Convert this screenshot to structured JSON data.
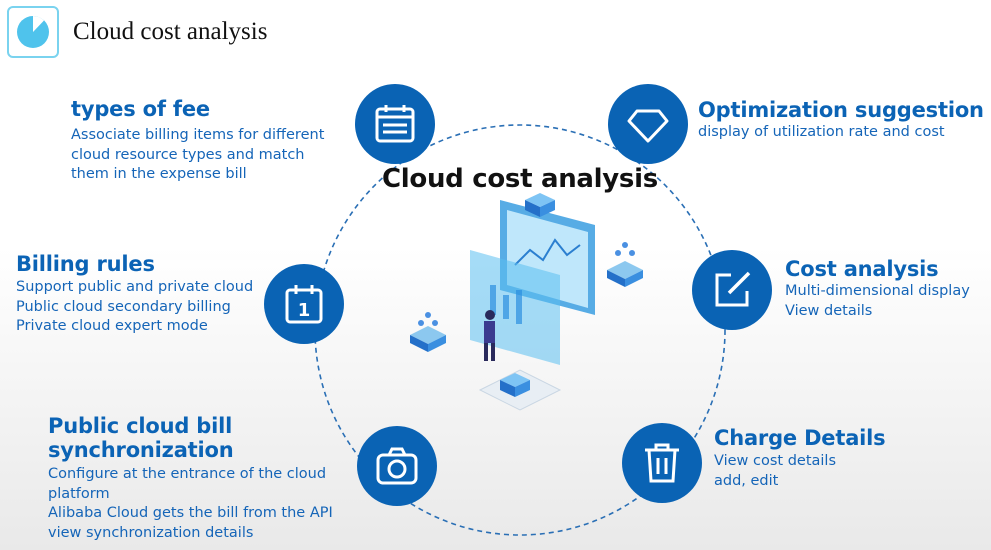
{
  "header": {
    "title": "Cloud cost analysis",
    "icon": "pie-chart-icon"
  },
  "center": {
    "title": "Cloud cost analysis"
  },
  "colors": {
    "accent": "#0a63b4",
    "text_blue": "#1565b8",
    "logo_cyan": "#4fc3ec"
  },
  "features": {
    "types_of_fee": {
      "title": "types of fee",
      "lines": [
        "Associate billing items for different",
        "cloud resource types and match",
        "them in the expense bill"
      ],
      "icon": "calendar-icon"
    },
    "billing_rules": {
      "title": "Billing rules",
      "lines": [
        "Support public and private cloud",
        "Public cloud secondary billing",
        "Private cloud expert mode"
      ],
      "icon": "info-calendar-icon"
    },
    "public_cloud_bill": {
      "title_lines": [
        "Public cloud bill",
        "synchronization"
      ],
      "lines": [
        "Configure at the entrance of the cloud",
        "platform",
        "Alibaba Cloud gets the bill from the API",
        "view synchronization details"
      ],
      "icon": "camera-icon"
    },
    "optimization": {
      "title": "Optimization suggestion",
      "lines": [
        "display of utilization rate and cost"
      ],
      "icon": "diamond-icon"
    },
    "cost_analysis": {
      "title": "Cost analysis",
      "lines": [
        "Multi-dimensional display",
        "View details"
      ],
      "icon": "edit-icon"
    },
    "charge_details": {
      "title": "Charge Details",
      "lines": [
        "View cost details",
        "add, edit"
      ],
      "icon": "trash-icon"
    }
  }
}
